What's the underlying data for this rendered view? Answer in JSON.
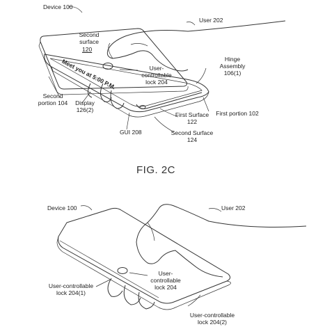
{
  "figure_top": {
    "device_label": "Device 100",
    "user_label": "User 202",
    "second_surface_label": "Second surface",
    "second_surface_ref": "120",
    "lock_label": "User-controllable lock 204",
    "hinge_label": "Hinge Assembly 106(1)",
    "second_portion_label": "Second portion 104",
    "display_label": "Display 126(2)",
    "gui_label": "GUI 208",
    "first_surface_label": "First Surface 122",
    "first_portion_label": "First portion 102",
    "second_surface_124_label": "Second Surface 124",
    "display_message": "Meet you at 5:00 P.M.",
    "caption": "FIG. 2C"
  },
  "figure_bottom": {
    "device_label": "Device 100",
    "user_label": "User 202",
    "lock_label": "User-controllable lock 204",
    "lock_1_label": "User-controllable lock 204(1)",
    "lock_2_label": "User-controllable lock 204(2)"
  }
}
